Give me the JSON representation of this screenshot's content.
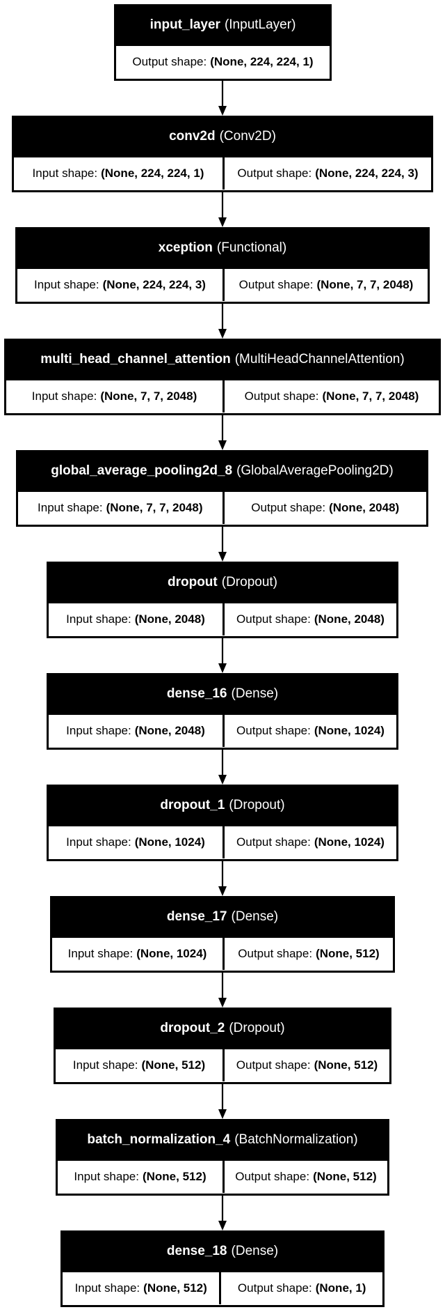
{
  "labels": {
    "input_shape": "Input shape:",
    "output_shape": "Output shape:"
  },
  "layers": [
    {
      "name": "input_layer",
      "type": "(InputLayer)",
      "input_shape": null,
      "output_shape": "(None, 224, 224, 1)"
    },
    {
      "name": "conv2d",
      "type": "(Conv2D)",
      "input_shape": "(None, 224, 224, 1)",
      "output_shape": "(None, 224, 224, 3)"
    },
    {
      "name": "xception",
      "type": "(Functional)",
      "input_shape": "(None, 224, 224, 3)",
      "output_shape": "(None, 7, 7, 2048)"
    },
    {
      "name": "multi_head_channel_attention",
      "type": "(MultiHeadChannelAttention)",
      "input_shape": "(None, 7, 7, 2048)",
      "output_shape": "(None, 7, 7, 2048)"
    },
    {
      "name": "global_average_pooling2d_8",
      "type": "(GlobalAveragePooling2D)",
      "input_shape": "(None, 7, 7, 2048)",
      "output_shape": "(None, 2048)"
    },
    {
      "name": "dropout",
      "type": "(Dropout)",
      "input_shape": "(None, 2048)",
      "output_shape": "(None, 2048)"
    },
    {
      "name": "dense_16",
      "type": "(Dense)",
      "input_shape": "(None, 2048)",
      "output_shape": "(None, 1024)"
    },
    {
      "name": "dropout_1",
      "type": "(Dropout)",
      "input_shape": "(None, 1024)",
      "output_shape": "(None, 1024)"
    },
    {
      "name": "dense_17",
      "type": "(Dense)",
      "input_shape": "(None, 1024)",
      "output_shape": "(None, 512)"
    },
    {
      "name": "dropout_2",
      "type": "(Dropout)",
      "input_shape": "(None, 512)",
      "output_shape": "(None, 512)"
    },
    {
      "name": "batch_normalization_4",
      "type": "(BatchNormalization)",
      "input_shape": "(None, 512)",
      "output_shape": "(None, 512)"
    },
    {
      "name": "dense_18",
      "type": "(Dense)",
      "input_shape": "(None, 512)",
      "output_shape": "(None, 1)"
    }
  ]
}
